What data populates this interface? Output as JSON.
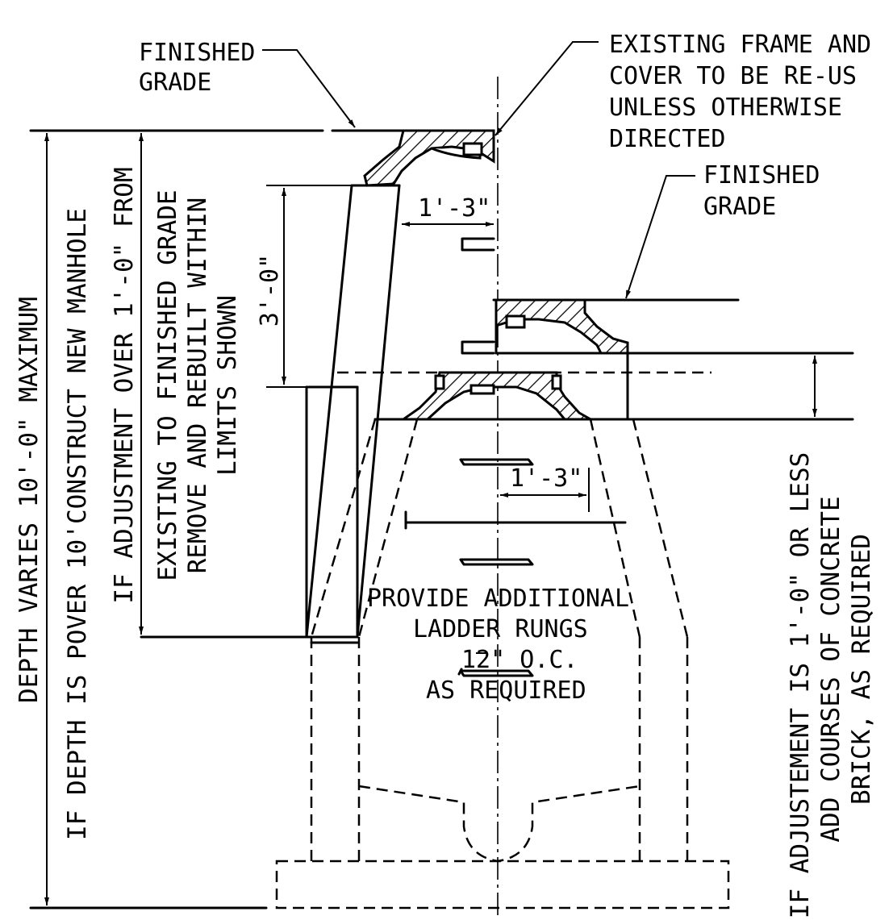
{
  "labels": {
    "finished_grade_top_1": "FINISHED",
    "finished_grade_top_2": "GRADE",
    "existing_frame_1": "EXISTING FRAME AND",
    "existing_frame_2": "COVER TO BE RE-US",
    "existing_frame_3": "UNLESS OTHERWISE",
    "existing_frame_4": "DIRECTED",
    "finished_grade_right_1": "FINISHED",
    "finished_grade_right_2": "GRADE",
    "provide_rungs_1": "PROVIDE ADDITIONAL",
    "provide_rungs_2": "LADDER RUNGS",
    "provide_rungs_3": "12\" O.C.",
    "provide_rungs_4": "AS REQUIRED"
  },
  "dimensions": {
    "offset_top": "1'-3\"",
    "offset_mid": "1'-3\"",
    "height": "3'-0\""
  },
  "vertical_notes": {
    "depth_1": "DEPTH VARIES 10'-0\" MAXIMUM",
    "depth_2": "IF DEPTH IS POVER 10'CONSTRUCT NEW MANHOLE",
    "adjust_1": "IF ADJUSTMENT OVER 1'-0\" FROM",
    "adjust_2": "EXISTING TO FINISHED GRADE",
    "adjust_3": "REMOVE AND REBUILT WITHIN",
    "adjust_4": "LIMITS SHOWN",
    "right_1": "IF ADJUSTEMENT IS 1'-0\" OR LESS",
    "right_2": "ADD COURSES OF CONCRETE",
    "right_3": "BRICK, AS REQUIRED"
  }
}
